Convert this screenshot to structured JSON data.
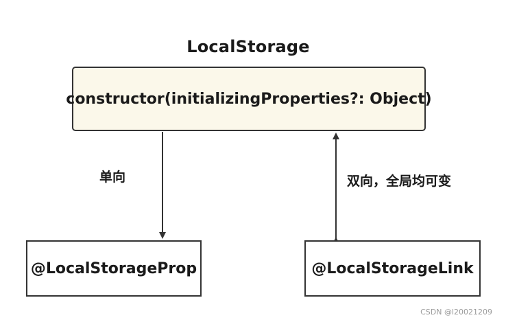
{
  "title": "LocalStorage",
  "boxes": {
    "top": "constructor(initializingProperties?: Object)",
    "left": "@LocalStorageProp",
    "right": "@LocalStorageLink"
  },
  "labels": {
    "one_way": "单向",
    "two_way": "双向，全局均可变"
  },
  "watermark": "CSDN @l20021209",
  "colors": {
    "top_box_fill": "#fbf8ea",
    "border": "#333333",
    "arrow": "#333333"
  }
}
